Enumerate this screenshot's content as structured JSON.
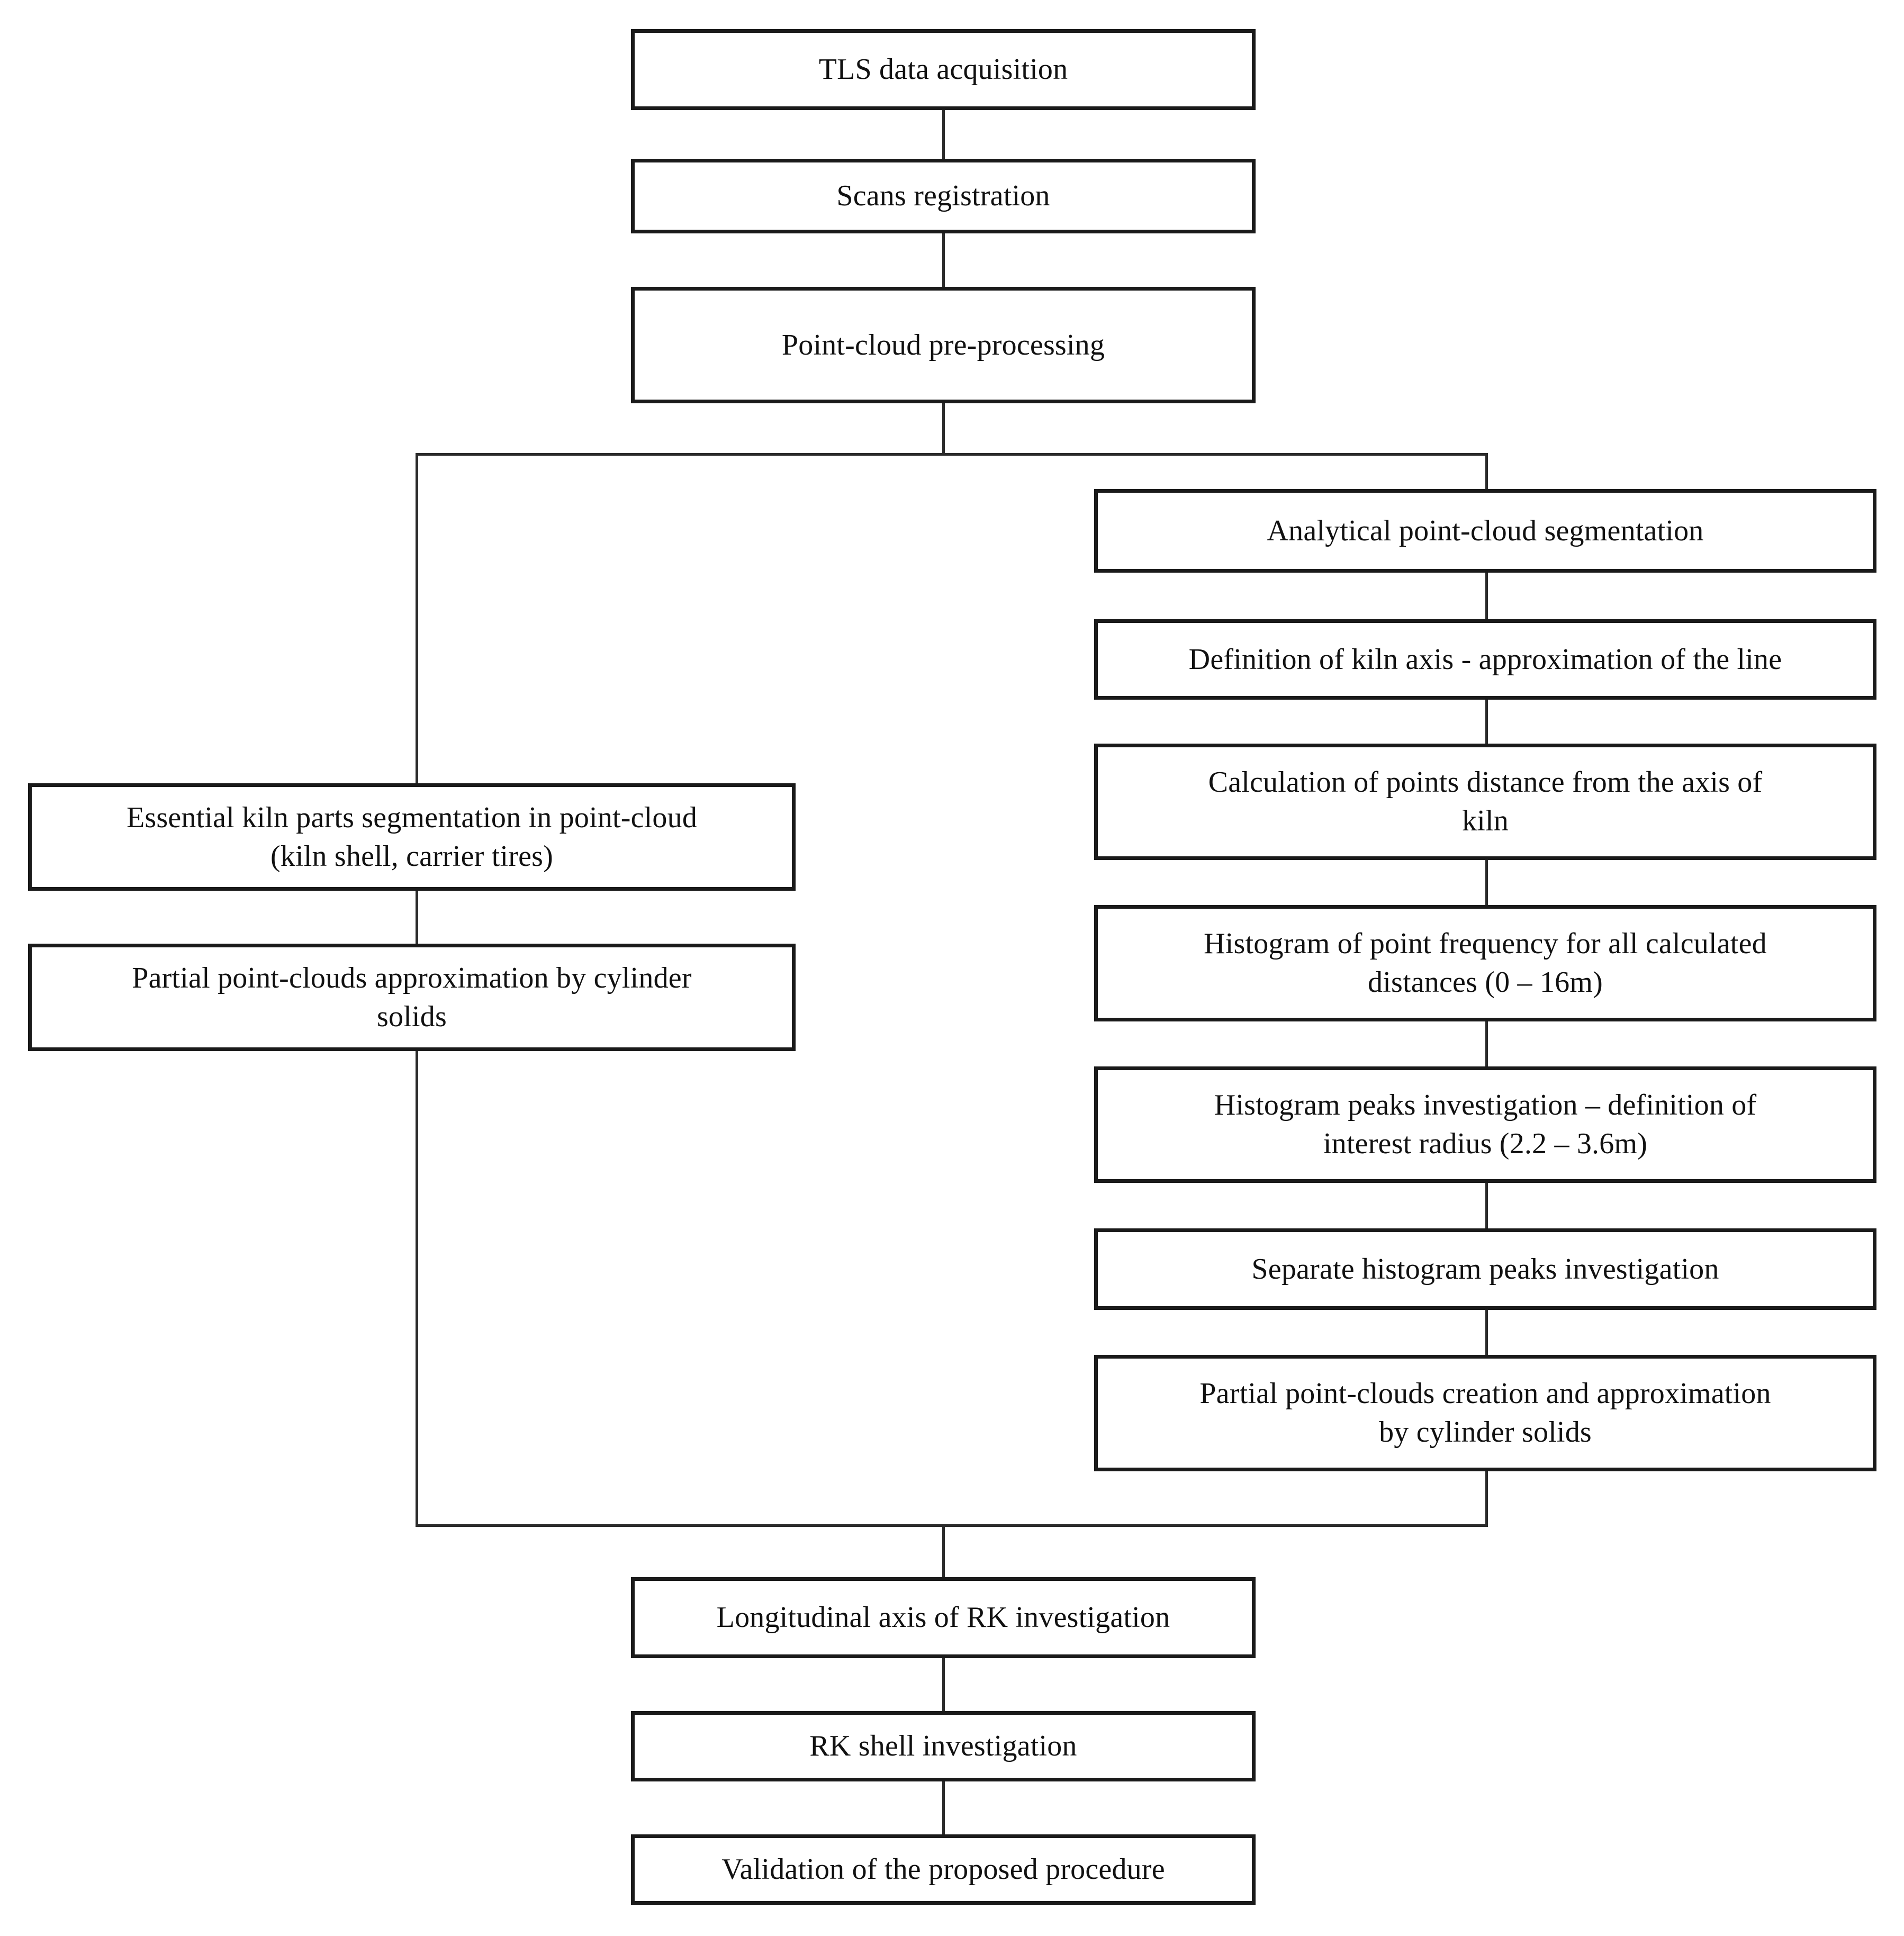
{
  "diagram": {
    "title": "TLS data acquisition and rotary kiln investigation workflow",
    "orientation": "top-to-bottom",
    "line_color": "#2b2b2b",
    "box_border_color": "#1a1a1a",
    "box_fill_color": "#ffffff",
    "nodes": {
      "tls_data_acquisition": "TLS data acquisition",
      "scans_registration": "Scans registration",
      "point_cloud_pre_processing": "Point-cloud pre-processing",
      "essential_kiln_parts_segmentation": "Essential kiln parts segmentation in point-cloud\n(kiln shell, carrier tires)",
      "partial_point_clouds_approximation": "Partial point-clouds approximation by cylinder\nsolids",
      "analytical_point_cloud_segmentation": "Analytical point-cloud segmentation",
      "definition_of_kiln_axis": "Definition of kiln axis - approximation of the line",
      "calculation_of_points_distance": "Calculation of points distance from the axis of\nkiln",
      "histogram_of_point_frequency": "Histogram of point frequency for all calculated\ndistances (0 – 16m)",
      "histogram_peaks_investigation": "Histogram peaks investigation – definition of\ninterest radius (2.2 – 3.6m)",
      "separate_histogram_peaks_investigation": "Separate histogram peaks investigation",
      "partial_point_clouds_creation": "Partial point-clouds creation and approximation\nby cylinder solids",
      "longitudinal_axis_of_rk": "Longitudinal axis of RK investigation",
      "rk_shell_investigation": "RK shell investigation",
      "validation_of_procedure": "Validation of the proposed procedure"
    }
  }
}
